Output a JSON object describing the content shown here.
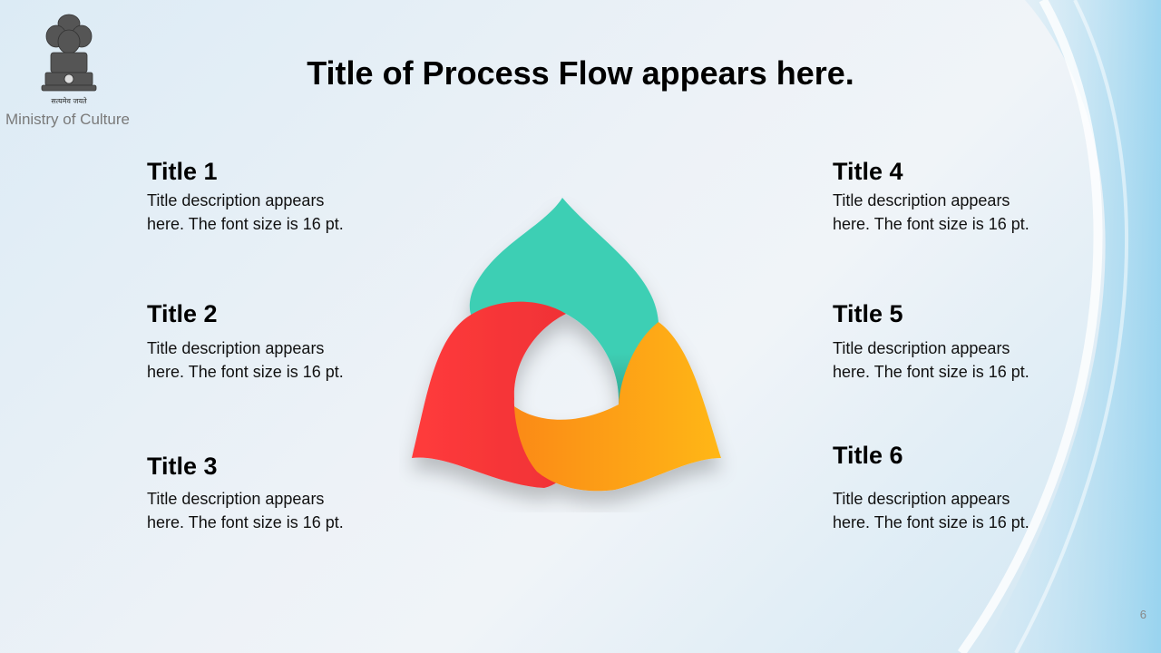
{
  "header": {
    "emblem_motto": "सत्यमेव जयते",
    "ministry": "Ministry of Culture"
  },
  "title": "Title of Process Flow appears here.",
  "items": [
    {
      "title": "Title 1",
      "desc": "Title description appears here. The font size is 16 pt."
    },
    {
      "title": "Title 2",
      "desc": "Title description appears here. The font size is 16 pt."
    },
    {
      "title": "Title 3",
      "desc": "Title description appears here. The font size is 16 pt."
    },
    {
      "title": "Title 4",
      "desc": "Title description appears here. The font size is 16 pt."
    },
    {
      "title": "Title 5",
      "desc": "Title description appears here. The font size is 16 pt."
    },
    {
      "title": "Title 6",
      "desc": "Title description appears here. The font size is 16 pt."
    }
  ],
  "diagram": {
    "petals": [
      {
        "name": "teal-petal",
        "color": "#3ecfb4"
      },
      {
        "name": "red-petal",
        "color": "#ff3b3b"
      },
      {
        "name": "orange-petal",
        "color": "#fb9a16"
      }
    ]
  },
  "page_number": "6"
}
